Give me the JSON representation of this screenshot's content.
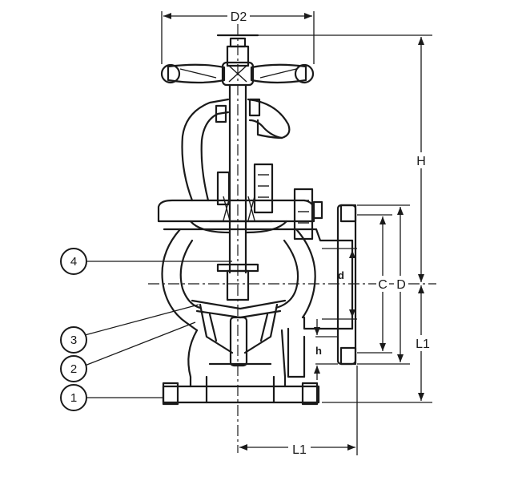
{
  "dimensions": {
    "handwheel_diameter": "D2",
    "height": "H",
    "face_to_center": "L1",
    "bore": "d",
    "bolt_circle": "C",
    "flange_diameter": "D",
    "flange_thickness": "h"
  },
  "callouts": [
    "1",
    "2",
    "3",
    "4"
  ],
  "colors": {
    "line": "#1a1a1a",
    "background": "#ffffff"
  }
}
